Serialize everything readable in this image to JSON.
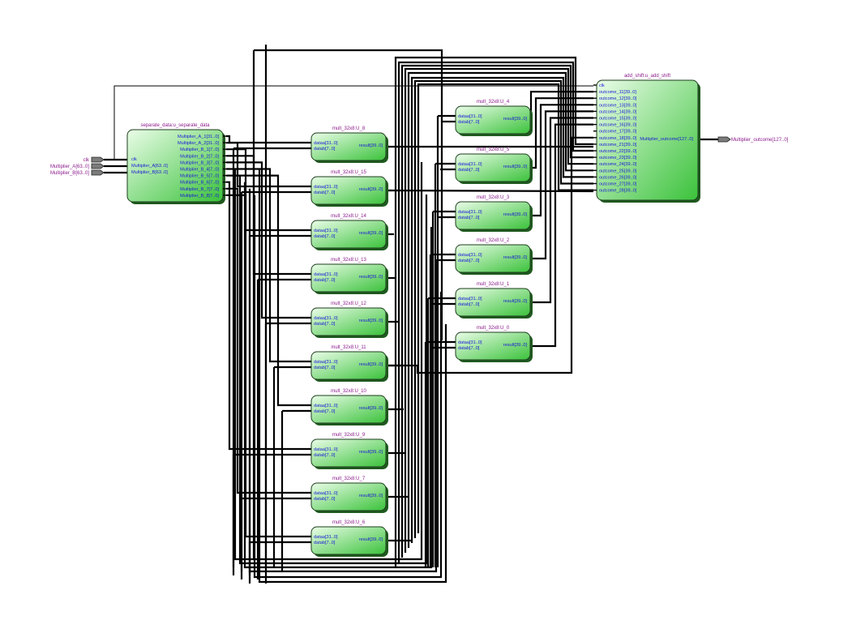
{
  "diagram": {
    "type": "rtl-schematic",
    "colors": {
      "block_fill_light": "#e6fbe6",
      "block_fill_dark": "#3fc43f",
      "block_shadow": "#1f5a1f",
      "instance_label": "#8b1a8b",
      "port_label": "#1a1ad8",
      "wire": "#000000",
      "io_port": "#7c7c7c"
    },
    "top_inputs": [
      {
        "label": "clk",
        "icon": "input-port-icon"
      },
      {
        "label": "Multiplier_A[63..0]",
        "icon": "input-port-icon"
      },
      {
        "label": "Multiplier_B[63..0]",
        "icon": "input-port-icon"
      }
    ],
    "top_outputs": [
      {
        "label": "Multiplier_outcome[127..0]",
        "icon": "output-port-icon"
      }
    ],
    "separate_block": {
      "instance": "separate_data:u_separate_data",
      "inputs": [
        "clk",
        "Multiplier_A[63..0]",
        "Multiplier_B[63..0]"
      ],
      "outputs": [
        "Multiplier_A_1[31..0]",
        "Multiplier_A_2[31..0]",
        "Multiplier_B_1[7..0]",
        "Multiplier_B_2[7..0]",
        "Multiplier_B_3[7..0]",
        "Multiplier_B_4[7..0]",
        "Multiplier_B_5[7..0]",
        "Multiplier_B_6[7..0]",
        "Multiplier_B_7[7..0]",
        "Multiplier_B_8[7..0]"
      ]
    },
    "mult_left_column": [
      {
        "instance": "mult_32x8:U_8",
        "in_a": "dataa[31..0]",
        "in_b": "datab[7..0]",
        "out": "result[39..0]"
      },
      {
        "instance": "mult_32x8:U_15",
        "in_a": "dataa[31..0]",
        "in_b": "datab[7..0]",
        "out": "result[39..0]"
      },
      {
        "instance": "mult_32x8:U_14",
        "in_a": "dataa[31..0]",
        "in_b": "datab[7..0]",
        "out": "result[39..0]"
      },
      {
        "instance": "mult_32x8:U_13",
        "in_a": "dataa[31..0]",
        "in_b": "datab[7..0]",
        "out": "result[39..0]"
      },
      {
        "instance": "mult_32x8:U_12",
        "in_a": "dataa[31..0]",
        "in_b": "datab[7..0]",
        "out": "result[39..0]"
      },
      {
        "instance": "mult_32x8:U_11",
        "in_a": "dataa[31..0]",
        "in_b": "datab[7..0]",
        "out": "result[39..0]"
      },
      {
        "instance": "mult_32x8:U_10",
        "in_a": "dataa[31..0]",
        "in_b": "datab[7..0]",
        "out": "result[39..0]"
      },
      {
        "instance": "mult_32x8:U_9",
        "in_a": "dataa[31..0]",
        "in_b": "datab[7..0]",
        "out": "result[39..0]"
      },
      {
        "instance": "mult_32x8:U_7",
        "in_a": "dataa[31..0]",
        "in_b": "datab[7..0]",
        "out": "result[39..0]"
      },
      {
        "instance": "mult_32x8:U_6",
        "in_a": "dataa[31..0]",
        "in_b": "datab[7..0]",
        "out": "result[39..0]"
      }
    ],
    "mult_right_column": [
      {
        "instance": "mult_32x8:U_4",
        "in_a": "dataa[31..0]",
        "in_b": "datab[7..0]",
        "out": "result[39..0]"
      },
      {
        "instance": "mult_32x8:U_5",
        "in_a": "dataa[31..0]",
        "in_b": "datab[7..0]",
        "out": "result[39..0]"
      },
      {
        "instance": "mult_32x8:U_3",
        "in_a": "dataa[31..0]",
        "in_b": "datab[7..0]",
        "out": "result[39..0]"
      },
      {
        "instance": "mult_32x8:U_2",
        "in_a": "dataa[31..0]",
        "in_b": "datab[7..0]",
        "out": "result[39..0]"
      },
      {
        "instance": "mult_32x8:U_1",
        "in_a": "dataa[31..0]",
        "in_b": "datab[7..0]",
        "out": "result[39..0]"
      },
      {
        "instance": "mult_32x8:U_0",
        "in_a": "dataa[31..0]",
        "in_b": "datab[7..0]",
        "out": "result[39..0]"
      }
    ],
    "add_shift_block": {
      "instance": "add_shift:u_add_shift",
      "inputs": [
        "clk",
        "outcome_11[39..0]",
        "outcome_12[39..0]",
        "outcome_13[39..0]",
        "outcome_14[39..0]",
        "outcome_15[39..0]",
        "outcome_16[39..0]",
        "outcome_17[39..0]",
        "outcome_18[39..0]",
        "outcome_21[39..0]",
        "outcome_22[39..0]",
        "outcome_23[39..0]",
        "outcome_24[39..0]",
        "outcome_25[39..0]",
        "outcome_26[39..0]",
        "outcome_27[39..0]",
        "outcome_28[39..0]"
      ],
      "outputs": [
        "Multiplier_outcome[127..0]"
      ]
    }
  }
}
